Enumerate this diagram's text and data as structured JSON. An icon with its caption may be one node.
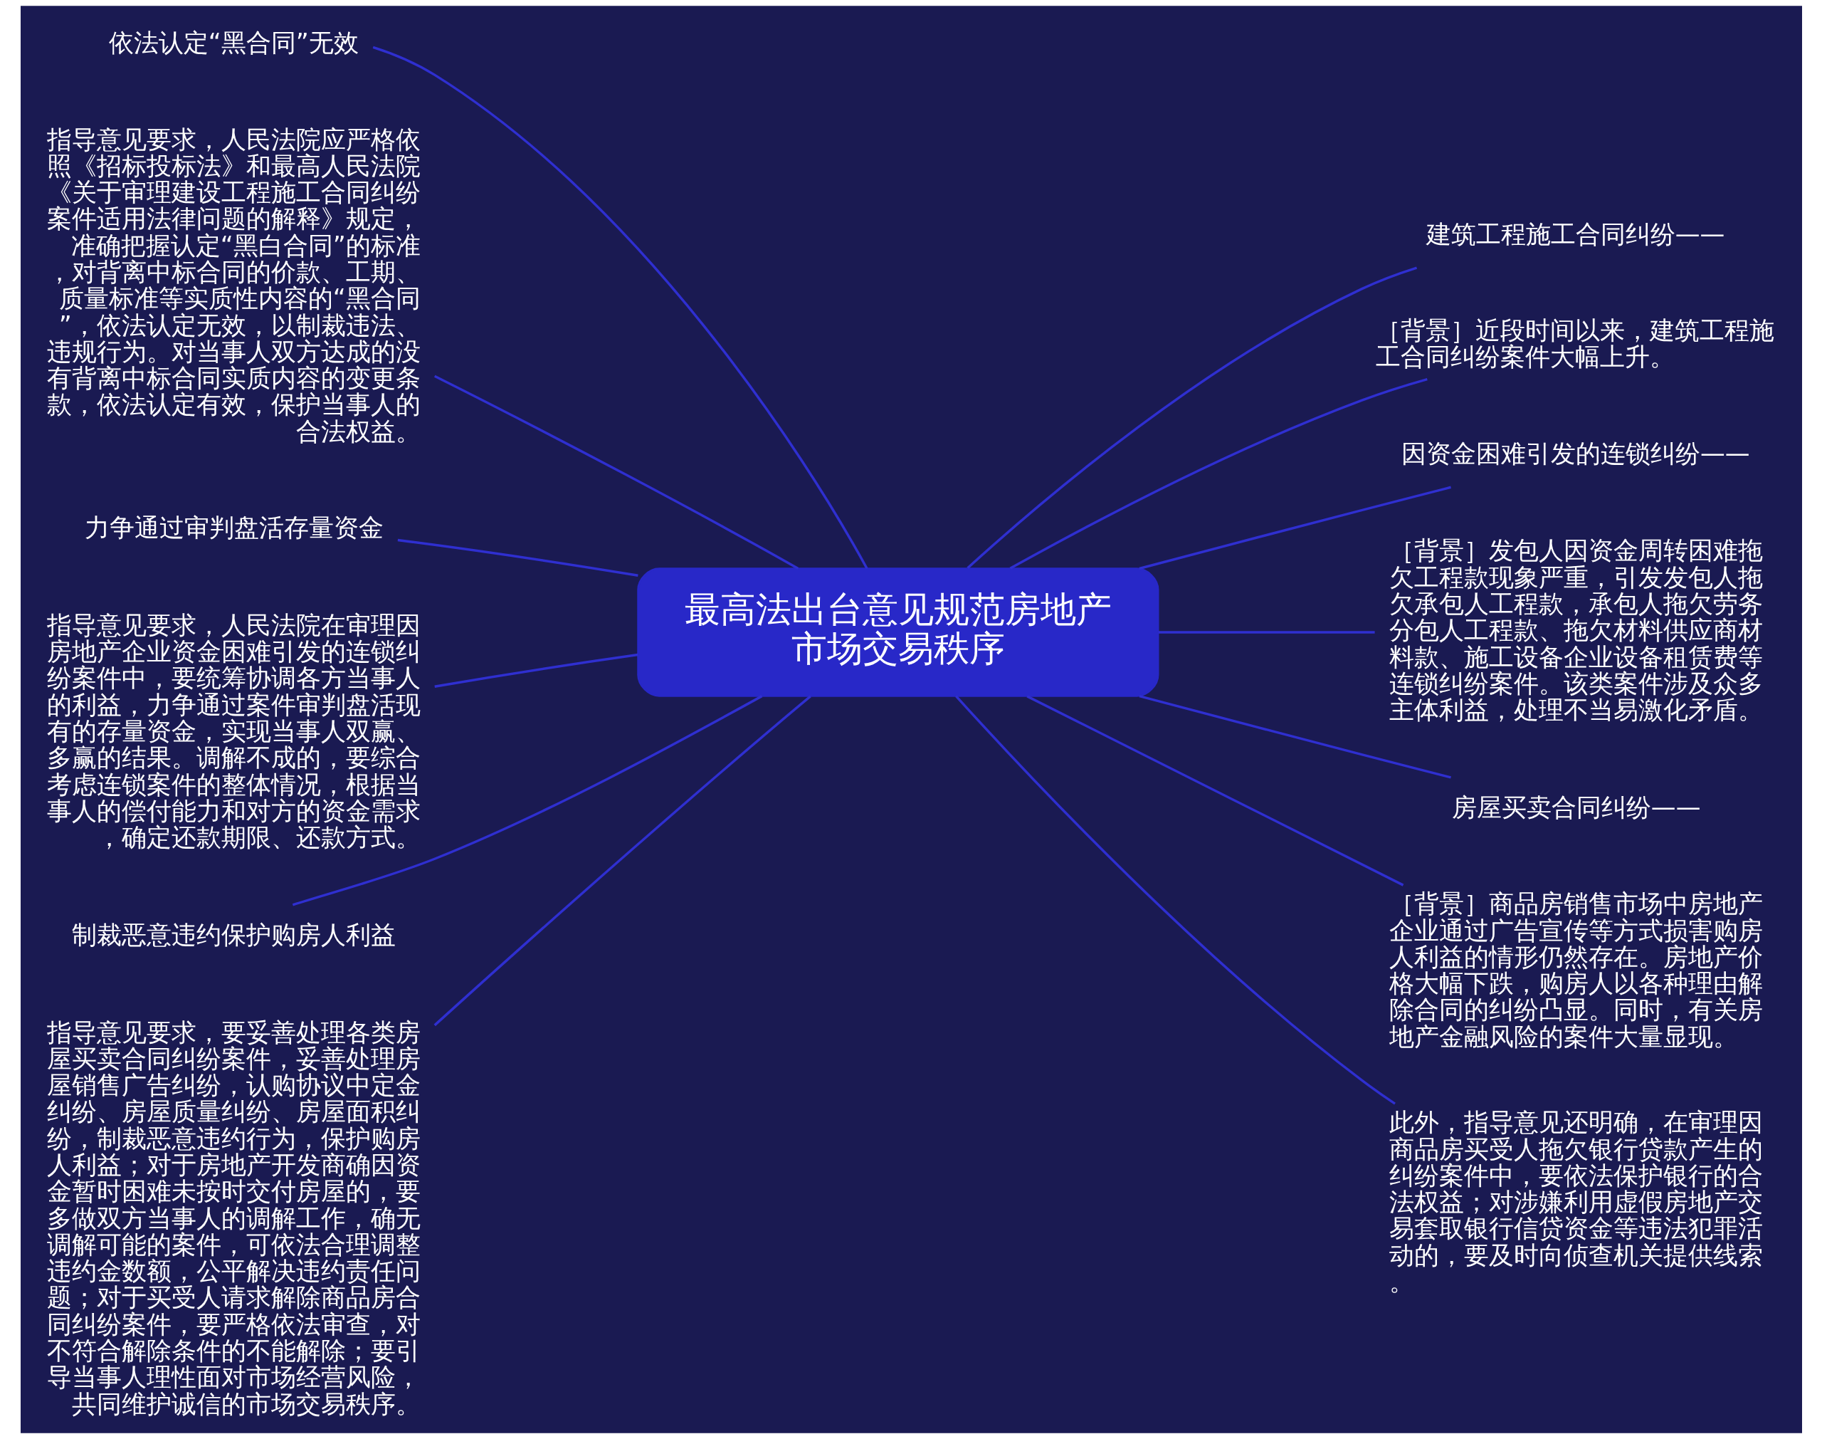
{
  "diagram": {
    "nodes": [
      {
        "text": [
          "最高法出台意见规范房地产市场交易秩序"
        ]
      },
      {
        "text": [
          "依法认定“黑合同”无效"
        ]
      },
      {
        "text": [
          "指导意见要求，人民法院应严格依照《招标投标法》和最高人民法院《关于审理建设工程施工合同纠纷案件适用法律问题的解释》规定，准确把握认定“黑白合同”的标准，对背离中标合同的价款、工期、质量标准等实质性内容的“黑合同”，依法认定无效，以制裁违法、违规行为。对当事人双方达成的没有背离中标合同实质内容的变更条款，依法认定有效，保护当事人的合法权益。"
        ]
      },
      {
        "text": [
          "力争通过审判盘活存量资金"
        ]
      },
      {
        "text": [
          "指导意见要求，人民法院在审理因房地产企业资金困难引发的连锁纠纷案件中，要统筹协调各方当事人的利益，力争通过案件审判盘活现有的存量资金，实现当事人双赢、多赢的结果。调解不成的，要综合考虑连锁案件的整体情况，根据当事人的偿付能力和对方的资金需求，确定还款期限、还款方式。"
        ]
      },
      {
        "text": [
          "制裁恶意违约保护购房人利益"
        ]
      },
      {
        "text": [
          "指导意见要求，要妥善处理各类房屋买卖合同纠纷案件，妥善处理房屋销售广告纠纷，认购协议中定金纠纷、房屋质量纠纷、房屋面积纠纷，制裁恶意违约行为，保护购房人利益；对于房地产开发商确因资金暂时困难未按时交付房屋的，要多做双方当事人的调解工作，确无调解可能的案件，可依法合理调整违约金数额，公平解决违约责任问题；对于买受人请求解除商品房合同纠纷案件，要严格依法审查，对不符合解除条件的不能解除；要引导当事人理性面对市场经营风险，共同维护诚信的市场交易秩序。"
        ]
      },
      {
        "text": [
          "建筑工程施工合同纠纷——"
        ]
      },
      {
        "text": [
          "［背景］近段时间以来，建筑工程施工合同纠纷案件大幅上升。"
        ]
      },
      {
        "text": [
          "因资金困难引发的连锁纠纷——"
        ]
      },
      {
        "text": [
          "［背景］发包人因资金周转困难拖欠工程款现象严重，引发发包人拖欠承包人工程款，承包人拖欠劳务分包人工程款、拖欠材料供应商材料款、施工设备企业设备租赁费等连锁纠纷案件。该类案件涉及众多主体利益，处理不当易激化矛盾。"
        ]
      },
      {
        "text": [
          "房屋买卖合同纠纷——"
        ]
      },
      {
        "text": [
          "［背景］商品房销售市场中房地产企业通过广告宣传等方式损害购房人利益的情形仍然存在。房地产价格大幅下跌，购房人以各种理由解除合同的纠纷凸显。同时，有关房地产金融风险的案件大量显现。"
        ]
      },
      {
        "text": [
          "此外，指导意见还明确，在审理因商品房买受人拖欠银行贷款产生的纠纷案件中，要依法保护银行的合法权益；对涉嫌利用虚假房地产交易套取银行信贷资金等违法犯罪活动的，要及时向侦查机关提供线索。"
        ]
      }
    ],
    "edges": [
      {
        "from": 0,
        "to": 1,
        "arrow": "none"
      },
      {
        "from": 0,
        "to": 2,
        "arrow": "none"
      },
      {
        "from": 0,
        "to": 3,
        "arrow": "none"
      },
      {
        "from": 0,
        "to": 4,
        "arrow": "none"
      },
      {
        "from": 0,
        "to": 5,
        "arrow": "none"
      },
      {
        "from": 0,
        "to": 6,
        "arrow": "none"
      },
      {
        "from": 0,
        "to": 7,
        "arrow": "none"
      },
      {
        "from": 0,
        "to": 8,
        "arrow": "none"
      },
      {
        "from": 0,
        "to": 9,
        "arrow": "none"
      },
      {
        "from": 0,
        "to": 10,
        "arrow": "none"
      },
      {
        "from": 0,
        "to": 11,
        "arrow": "none"
      },
      {
        "from": 0,
        "to": 12,
        "arrow": "none"
      },
      {
        "from": 0,
        "to": 13,
        "arrow": "none"
      }
    ]
  }
}
